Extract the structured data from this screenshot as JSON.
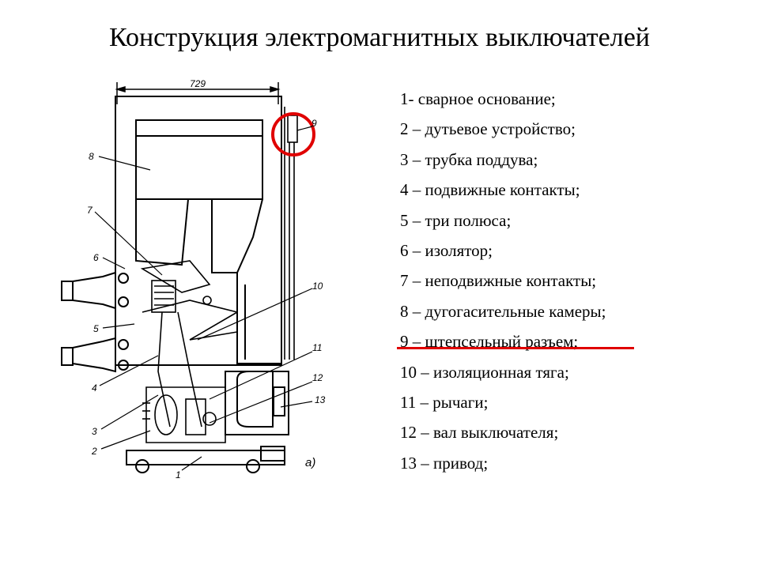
{
  "title": "Конструкция электромагнитных выключателей",
  "legend": [
    "1-  сварное основание;",
    "2 – дутьевое устройство;",
    "3 – трубка поддува;",
    "4 – подвижные контакты;",
    "5 – три полюса;",
    "6 – изолятор;",
    "7 – неподвижные контакты;",
    "8 – дугогасительные камеры;",
    "9 – штепсельный разъем;",
    "10 – изоляционная тяга;",
    "11 – рычаги;",
    "12 – вал выключателя;",
    "13 – привод;"
  ],
  "diagram": {
    "dimension": "729",
    "caption": "а)",
    "callouts": [
      "1",
      "2",
      "3",
      "4",
      "5",
      "6",
      "7",
      "8",
      "9",
      "10",
      "11",
      "12",
      "13"
    ]
  },
  "colors": {
    "highlight": "#e00000",
    "line": "#000000"
  }
}
